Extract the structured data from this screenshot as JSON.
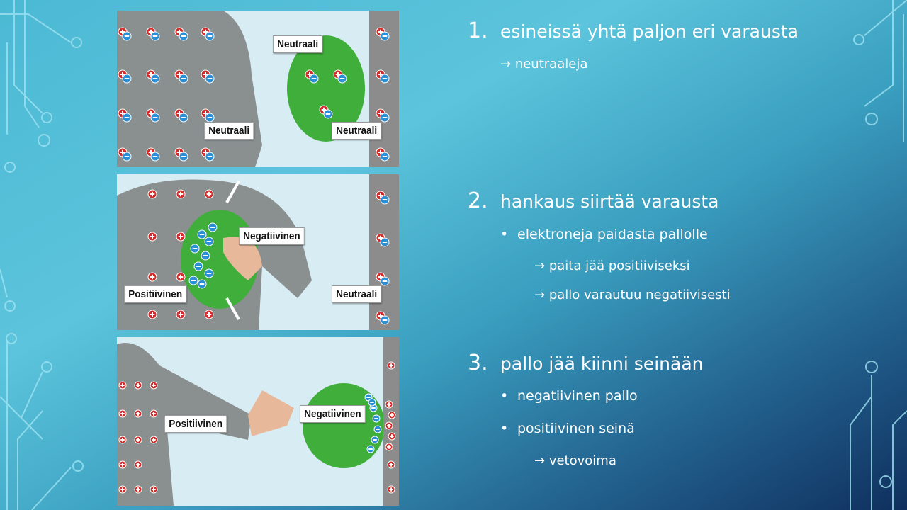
{
  "panels": [
    {
      "labels": [
        "Neutraali",
        "Neutraali",
        "Neutraali"
      ]
    },
    {
      "labels": [
        "Negatiivinen",
        "Positiivinen",
        "Neutraali"
      ]
    },
    {
      "labels": [
        "Positiivinen",
        "Negatiivinen"
      ]
    }
  ],
  "points": [
    {
      "number": "1.",
      "title": "esineissä yhtä paljon eri varausta",
      "sub": [
        {
          "arrow": "→",
          "text": "neutraaleja"
        }
      ]
    },
    {
      "number": "2.",
      "title": "hankaus siirtää varausta",
      "bullet": "elektroneja paidasta pallolle",
      "sub": [
        {
          "arrow": "→",
          "text": "paita jää positiiviseksi"
        },
        {
          "arrow": "→",
          "text": "pallo varautuu negatiivisesti"
        }
      ]
    },
    {
      "number": "3.",
      "title": "pallo jää kiinni seinään",
      "bullets": [
        "negatiivinen pallo",
        "positiivinen seinä"
      ],
      "sub": [
        {
          "arrow": "→",
          "text": "vetovoima"
        }
      ]
    }
  ],
  "colors": {
    "positive": "#d42a2a",
    "negative": "#2a8fd4",
    "balloon": "#3fae3a",
    "sweater": "#8a8f90",
    "wall": "#8c8c8c"
  }
}
